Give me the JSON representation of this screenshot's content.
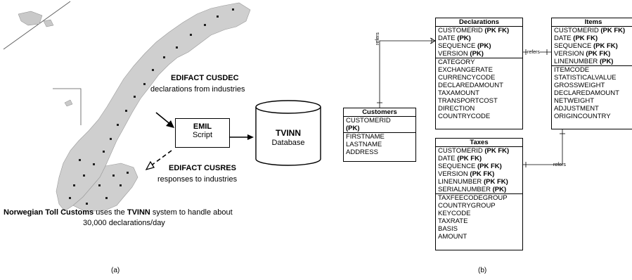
{
  "panel_a": {
    "cusdec_title": "EDIFACT CUSDEC",
    "cusdec_sub": "declarations from industries",
    "cusres_title": "EDIFACT CUSRES",
    "cusres_sub": "responses to industries",
    "emil_title": "EMIL",
    "emil_sub": "Script",
    "db_title": "TVINN",
    "db_sub": "Database",
    "caption_bold1": "Norwegian Toll Customs",
    "caption_mid": " uses the ",
    "caption_bold2": "TVINN",
    "caption_end": " system to handle about",
    "caption_line2": "30,000 declarations/day",
    "label": "(a)"
  },
  "panel_b": {
    "label": "(b)",
    "refers": "refers",
    "customers": {
      "title": "Customers",
      "key_rows": [
        "CUSTOMERID",
        "(PK)"
      ],
      "attrs": [
        "FIRSTNAME",
        "LASTNAME",
        "ADDRESS"
      ]
    },
    "declarations": {
      "title": "Declarations",
      "key_rows": [
        {
          "name": "CUSTOMERID ",
          "keys": "(PK FK)"
        },
        {
          "name": "DATE  ",
          "keys": "(PK)"
        },
        {
          "name": "SEQUENCE ",
          "keys": "(PK)"
        },
        {
          "name": "VERSION ",
          "keys": "(PK)"
        }
      ],
      "attrs": [
        "CATEGORY",
        "EXCHANGERATE",
        "CURRENCYCODE",
        "DECLAREDAMOUNT",
        "TAXAMOUNT",
        "TRANSPORTCOST",
        "DIRECTION",
        "COUNTRYCODE"
      ]
    },
    "items": {
      "title": "Items",
      "key_rows": [
        {
          "name": "CUSTOMERID ",
          "keys": "(PK FK)"
        },
        {
          "name": "DATE  ",
          "keys": "(PK FK)"
        },
        {
          "name": "SEQUENCE ",
          "keys": "(PK FK)"
        },
        {
          "name": "VERSION ",
          "keys": "(PK FK)"
        },
        {
          "name": "LINENUMBER ",
          "keys": "(PK)"
        }
      ],
      "attrs": [
        "ITEMCODE",
        "STATISTICALVALUE",
        "GROSSWEIGHT",
        "DECLAREDAMOUNT",
        "NETWEIGHT",
        "ADJUSTMENT",
        "ORIGINCOUNTRY"
      ]
    },
    "taxes": {
      "title": "Taxes",
      "key_rows": [
        {
          "name": "CUSTOMERID ",
          "keys": "(PK FK)"
        },
        {
          "name": "DATE  ",
          "keys": "(PK FK)"
        },
        {
          "name": "SEQUENCE ",
          "keys": "(PK FK)"
        },
        {
          "name": "VERSION ",
          "keys": "(PK FK)"
        },
        {
          "name": "LINENUMBER ",
          "keys": "(PK FK)"
        },
        {
          "name": "SERIALNUMBER ",
          "keys": "(PK)"
        }
      ],
      "attrs": [
        "TAXFEECODEGROUP",
        "COUNTRYGROUP",
        "KEYCODE",
        "TAXRATE",
        "BASIS",
        "AMOUNT"
      ]
    }
  }
}
